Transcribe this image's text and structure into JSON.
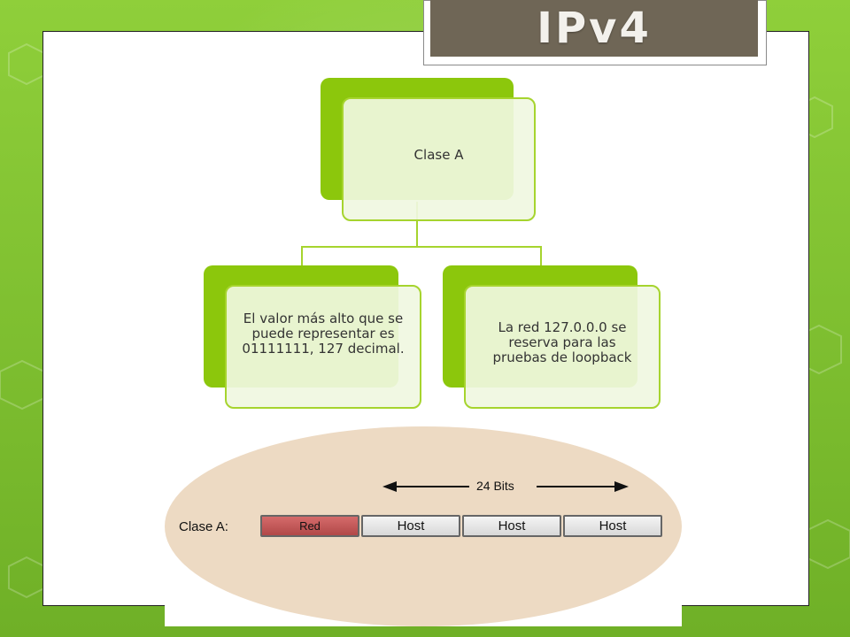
{
  "slide": {
    "title": "IPv4"
  },
  "diagram": {
    "root": {
      "label": "Clase A"
    },
    "left_child": {
      "label": "El valor más alto que se puede representar es 01111111,  127 decimal."
    },
    "right_child": {
      "label": "La red 127.0.0.0 se reserva para las pruebas de loopback"
    }
  },
  "address_figure": {
    "bits_label": "24 Bits",
    "class_label": "Clase A:",
    "segments": [
      "Red",
      "Host",
      "Host",
      "Host"
    ]
  },
  "colors": {
    "node_green": "#8cc70c",
    "node_border": "#a6d42e",
    "title_bg": "#6f6656",
    "network_segment": "#c05a5a"
  }
}
